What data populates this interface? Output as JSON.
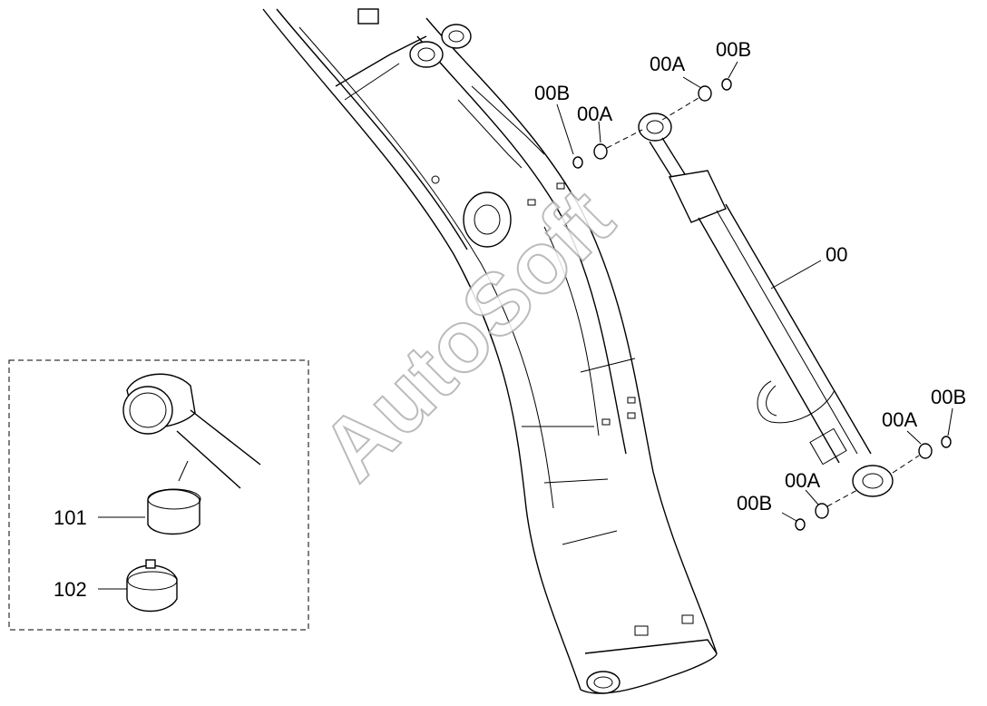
{
  "watermark": "AutoSoft",
  "callouts": {
    "cylinder": "00",
    "ring_a": "00A",
    "ring_b": "00B",
    "bushing": "101",
    "clip": "102"
  }
}
